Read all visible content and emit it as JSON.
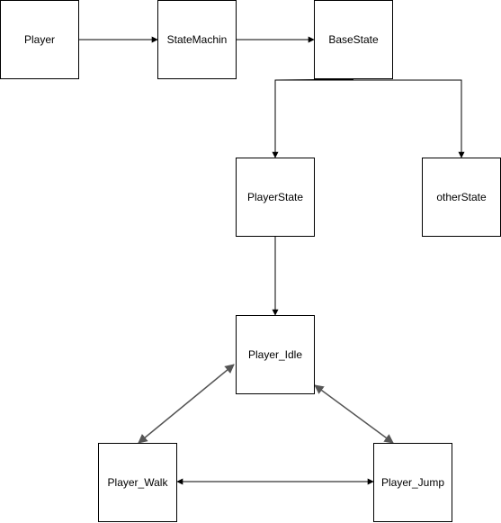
{
  "colors": {
    "line": "#000000",
    "diagonal": "#555555",
    "background": "#ffffff"
  },
  "nodes": {
    "player": "Player",
    "statemachin": "StateMachin",
    "basestate": "BaseState",
    "playerstate": "PlayerState",
    "otherstate": "otherState",
    "idle": "Player_Idle",
    "walk": "Player_Walk",
    "jump": "Player_Jump"
  }
}
